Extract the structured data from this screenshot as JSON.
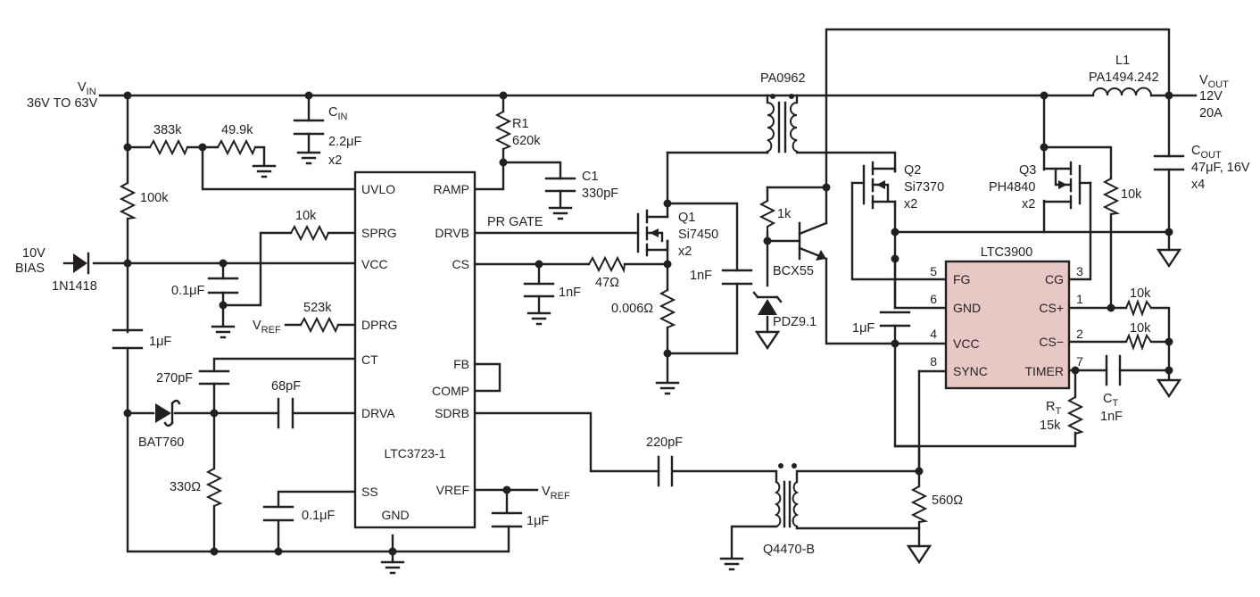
{
  "ic1": {
    "name": "LTC3723-1",
    "pins_left": [
      "UVLO",
      "SPRG",
      "VCC",
      "DPRG",
      "CT",
      "DRVA",
      "SS"
    ],
    "pins_right": [
      "RAMP",
      "DRVB",
      "CS",
      "FB",
      "COMP",
      "SDRB",
      "VREF"
    ],
    "pin_bottom": "GND"
  },
  "ic2": {
    "name": "LTC3900",
    "pins_left": [
      "FG",
      "GND",
      "VCC",
      "SYNC"
    ],
    "pins_right": [
      "CG",
      "CS+",
      "CS−",
      "TIMER"
    ],
    "pin_numbers_left": [
      "5",
      "6",
      "4",
      "8"
    ],
    "pin_numbers_right": [
      "3",
      "1",
      "2",
      "7"
    ]
  },
  "labels": {
    "vin": "V",
    "vin_sub": "IN",
    "vin_range": "36V TO 63V",
    "bias": "10V",
    "bias2": "BIAS",
    "d_1n1418": "1N1418",
    "r383k": "383k",
    "r49k9": "49.9k",
    "r100k": "100k",
    "cin": "C",
    "cin_sub": "IN",
    "cin_val": "2.2μF",
    "cin_x2": "x2",
    "r1": "R1",
    "r1_val": "620k",
    "c1": "C1",
    "c1_val": "330pF",
    "r10k_sprg": "10k",
    "c01uf": "0.1μF",
    "r523k": "523k",
    "vref_dprg": "V",
    "vref_sub": "REF",
    "c1uf_left": "1μF",
    "c270pf": "270pF",
    "bat760": "BAT760",
    "c68pf": "68pF",
    "r330": "330Ω",
    "c01uf_ss": "0.1μF",
    "c1uf_vref": "1μF",
    "vref_out": "V",
    "vref_out_sub": "REF",
    "pr_gate": "PR GATE",
    "q1": "Q1",
    "q1_part": "Si7450",
    "q1_x2": "x2",
    "c1nf_cs": "1nF",
    "r47": "47Ω",
    "r0006": "0.006Ω",
    "c1nf_snub": "1nF",
    "pa0962": "PA0962",
    "r1k": "1k",
    "bcx55": "BCX55",
    "pdz91": "PDZ9.1",
    "q2": "Q2",
    "q2_part": "Si7370",
    "q2_x2": "x2",
    "q3": "Q3",
    "q3_part": "PH4840",
    "q3_x2": "x2",
    "r10k_q3": "10k",
    "l1": "L1",
    "l1_part": "PA1494.242",
    "vout": "V",
    "vout_sub": "OUT",
    "vout_v": "12V",
    "vout_a": "20A",
    "cout": "C",
    "cout_sub": "OUT",
    "cout_val": "47μF, 16V",
    "cout_x4": "x4",
    "c1uf_ltc": "1μF",
    "r10k_csp": "10k",
    "r10k_csm": "10k",
    "rt": "R",
    "rt_sub": "T",
    "rt_val": "15k",
    "ct": "C",
    "ct_sub": "T",
    "ct_val": "1nF",
    "c220pf": "220pF",
    "r560": "560Ω",
    "q4470": "Q4470-B"
  }
}
